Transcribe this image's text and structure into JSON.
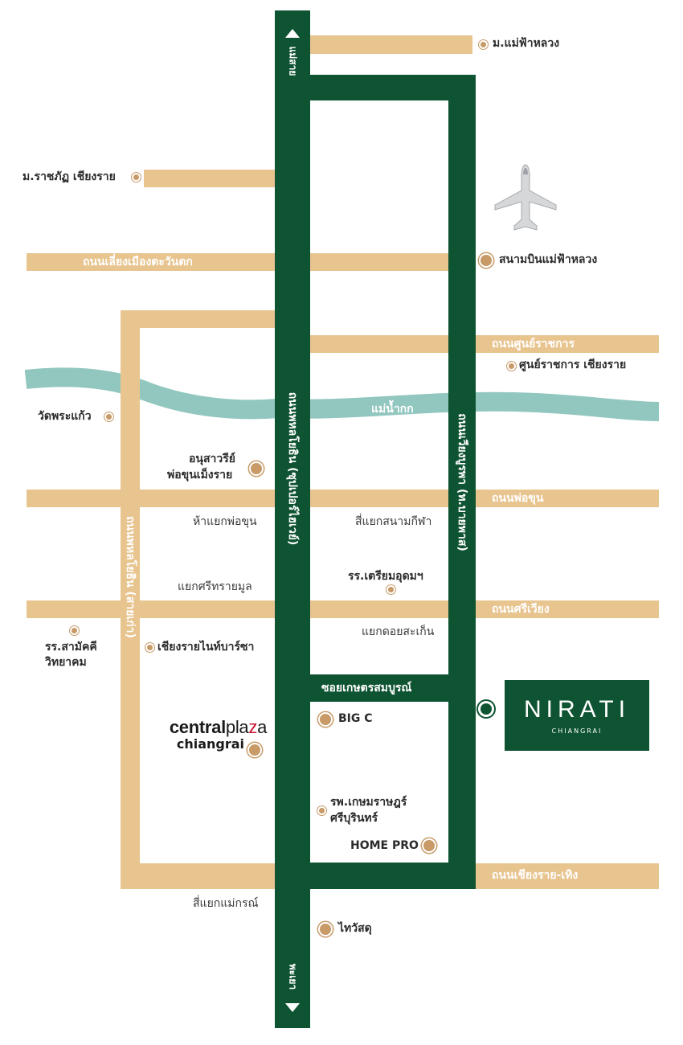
{
  "colors": {
    "main_road": "#0f5432",
    "minor_road": "#e8c48f",
    "river": "#92c7bf",
    "poi_dot": "#c79a67"
  },
  "roads": {
    "top_arrow": "แม่สาย",
    "bottom_arrow": "พะเยา",
    "phahonyothin_superhighway": "ถนนพหลโยธิน (ซุปเปอร์ไฮเวย์)",
    "wiang_bun_ruang": "ถนนเวียงบูรพา (ท.บายพาส)",
    "phahonyothin_old": "ถนนพหลโยธิน (สายเก่า)",
    "western_bypass": "ถนนเลี่ยงเมืองตะวันตก",
    "government_center_road": "ถนนศูนย์ราชการ",
    "pho_khun_road": "ถนนพ่อขุน",
    "sri_wiang_road": "ถนนศรีเวียง",
    "chiangrai_thoeng_road": "ถนนเชียงราย-เทิง",
    "soi_kaset": "ซอยเกษตรสมบูรณ์"
  },
  "river": {
    "label": "แม่น้ำกก"
  },
  "intersections": {
    "ha_yaek_pho_khun": "ห้าแยกพ่อขุน",
    "si_yaek_sanam_kila": "สี่แยกสนามกีฬา",
    "yaek_sri_trai_mool": "แยกศรีทรายมูล",
    "yaek_doi_sa_ken": "แยกดอยสะเก็น",
    "si_yaek_mae_korn": "สี่แยกแม่กรณ์"
  },
  "places": {
    "mfu": "ม.แม่ฟ้าหลวง",
    "crru": "ม.ราชภัฏ เชียงราย",
    "airport": "สนามบินแม่ฟ้าหลวง",
    "government_center": "ศูนย์ราชการ เชียงราย",
    "wat_phra_kaew": "วัดพระแก้ว",
    "monument_line1": "อนุสาวรีย์",
    "monument_line2": "พ่อขุนเม็งราย",
    "triam_udom": "รร.เตรียมอุดมฯ",
    "samakkhi_line1": "รร.สามัคคี",
    "samakkhi_line2": "วิทยาคม",
    "night_bazaar": "เชียงรายไนท์บาร์ซา",
    "big_c": "BIG C",
    "hospital_line1": "รพ.เกษมราษฎร์",
    "hospital_line2": "ศรีบุรินทร์",
    "home_pro": "HOME PRO",
    "thai_watsadu": "ไทวัสดุ"
  },
  "central_plaza": {
    "part1": "central",
    "part2": "pla",
    "part3": "z",
    "part4": "a",
    "line2": "chiangrai"
  },
  "nirati": {
    "name": "NIRATI",
    "sub": "CHIANGRAI"
  },
  "icons": {
    "airport_icon": "airplane-icon"
  }
}
